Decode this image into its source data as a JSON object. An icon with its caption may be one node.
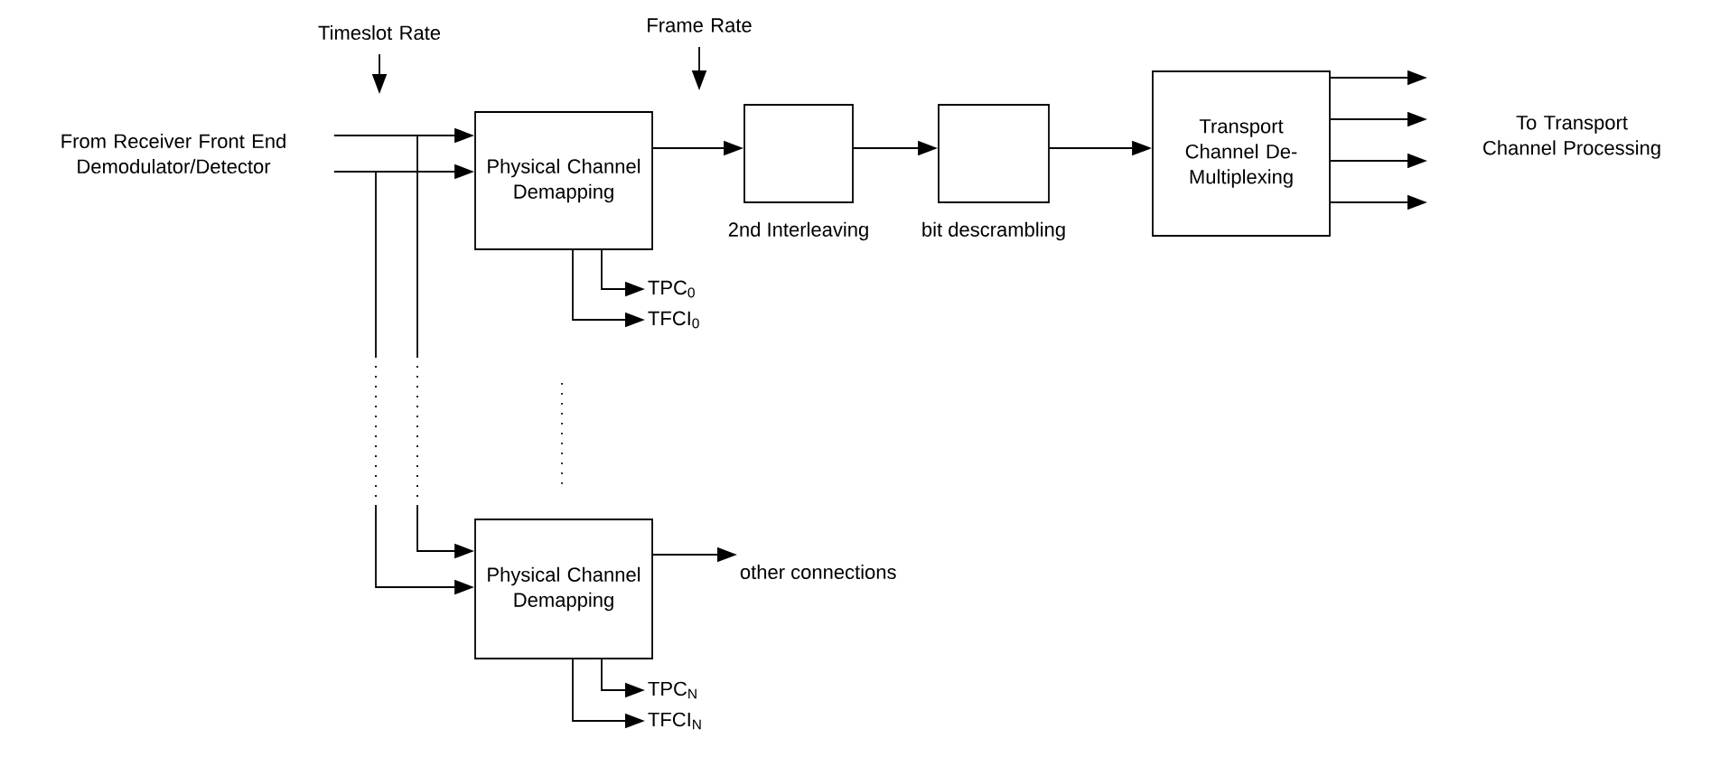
{
  "diagram": {
    "nodes": [
      {
        "text": [
          "From Receiver Front End Demodulator/Detector"
        ]
      },
      {
        "text": [
          "Physical Channel Demapping"
        ]
      },
      {
        "text": [],
        "shape": "box",
        "beside": [
          "2nd Interleaving"
        ]
      },
      {
        "text": [],
        "shape": "box",
        "beside": [
          "bit descrambling"
        ]
      },
      {
        "text": [
          "Transport Channel De-Multiplexing"
        ]
      },
      {
        "text": [
          "TPC$_{0}$"
        ]
      },
      {
        "text": [
          "TFCI$_{0}$"
        ]
      },
      {
        "text": [
          "Physical Channel Demapping"
        ]
      },
      {
        "text": [
          "other connections"
        ]
      },
      {
        "text": [
          "TPC$_{N}$"
        ]
      },
      {
        "text": [
          "TFCI$_{N}$"
        ]
      }
    ],
    "edges": [
      {
        "from": 0,
        "to": 1,
        "arrow": "to"
      },
      {
        "from": 0,
        "to": 1,
        "arrow": "to"
      },
      {
        "from": 0,
        "to": 7,
        "arrow": "to",
        "style": "dashed"
      },
      {
        "from": 0,
        "to": 7,
        "arrow": "to",
        "style": "dashed"
      },
      {
        "from": 1,
        "to": 2,
        "arrow": "to"
      },
      {
        "from": 2,
        "to": 3,
        "arrow": "to"
      },
      {
        "from": 3,
        "to": 4,
        "arrow": "to"
      },
      {
        "from": 4,
        "to": null,
        "arrow": "to"
      },
      {
        "from": 4,
        "to": null,
        "arrow": "to"
      },
      {
        "from": 4,
        "to": null,
        "arrow": "to"
      },
      {
        "from": 4,
        "to": null,
        "arrow": "to"
      },
      {
        "from": 1,
        "to": 5,
        "arrow": "to"
      },
      {
        "from": 1,
        "to": 6,
        "arrow": "to"
      },
      {
        "from": 7,
        "to": 8,
        "arrow": "to"
      },
      {
        "from": 7,
        "to": 9,
        "arrow": "to"
      },
      {
        "from": 7,
        "to": 10,
        "arrow": "to"
      }
    ],
    "labels": [
      "Timeslot Rate",
      "Frame Rate",
      "To Transport Channel Processing"
    ]
  }
}
